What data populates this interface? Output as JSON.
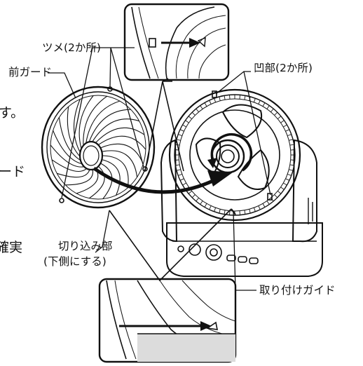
{
  "labels": {
    "tabs": "ツメ(2か所)",
    "front_guard": "前ガード",
    "recess": "凹部(2か所)",
    "notch": "切り込み部",
    "notch_sub": "(下側にする)",
    "mount_guide": "取り付けガイド"
  },
  "cropped_text": {
    "frag1": "す。",
    "frag2": "ード",
    "frag3": "確実"
  },
  "colors": {
    "line": "#111111",
    "background": "#ffffff",
    "shade": "#dcdcdc"
  }
}
